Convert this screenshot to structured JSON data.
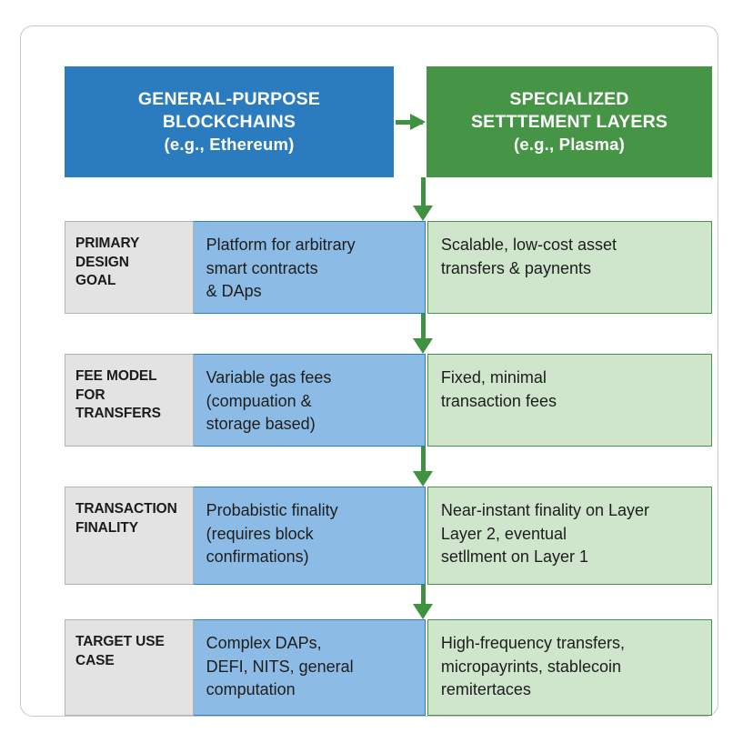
{
  "diagram": {
    "headers": {
      "left": {
        "line1": "GENERAL-PURPOSE",
        "line2": "BLOCKCHAINS",
        "line3": "(e.g., Ethereum)",
        "color": "#2b7cbf"
      },
      "right": {
        "line1": "SPECIALIZED",
        "line2": "SETTTEMENT LAYERS",
        "line3": "(e.g., Plasma)",
        "color": "#469546"
      }
    },
    "arrow_color": "#3f9240",
    "rows": [
      {
        "label_line1": "PRIMARY",
        "label_line2": "DESIGN",
        "label_line3": "GOAL",
        "blue_line1": "Platform for arbitrary",
        "blue_line2": "smart contracts",
        "blue_line3": "& DAps",
        "green_line1": "Scalable, low-cost asset",
        "green_line2": "transfers & paynents",
        "green_line3": ""
      },
      {
        "label_line1": "FEE MODEL",
        "label_line2": "FOR",
        "label_line3": "TRANSFERS",
        "blue_line1": "Variable gas fees",
        "blue_line2": "(compuation &",
        "blue_line3": "storage based)",
        "green_line1": "Fixed, minimal",
        "green_line2": "transaction fees",
        "green_line3": ""
      },
      {
        "label_line1": "TRANSACTION",
        "label_line2": "FINALITY",
        "label_line3": "",
        "blue_line1": "Probabistic finality",
        "blue_line2": "(requires block",
        "blue_line3": "confirmations)",
        "green_line1": "Near-instant finality on Layer",
        "green_line2": "Layer 2, eventual",
        "green_line3": "setllment on Layer 1"
      },
      {
        "label_line1": "TARGET USE",
        "label_line2": "CASE",
        "label_line3": "",
        "blue_line1": "Complex DAPs,",
        "blue_line2": "DEFI, NITS, general",
        "blue_line3": "computation",
        "green_line1": "High-frequency transfers,",
        "green_line2": "micropayrints, stablecoin",
        "green_line3": "remitertaces"
      }
    ]
  }
}
